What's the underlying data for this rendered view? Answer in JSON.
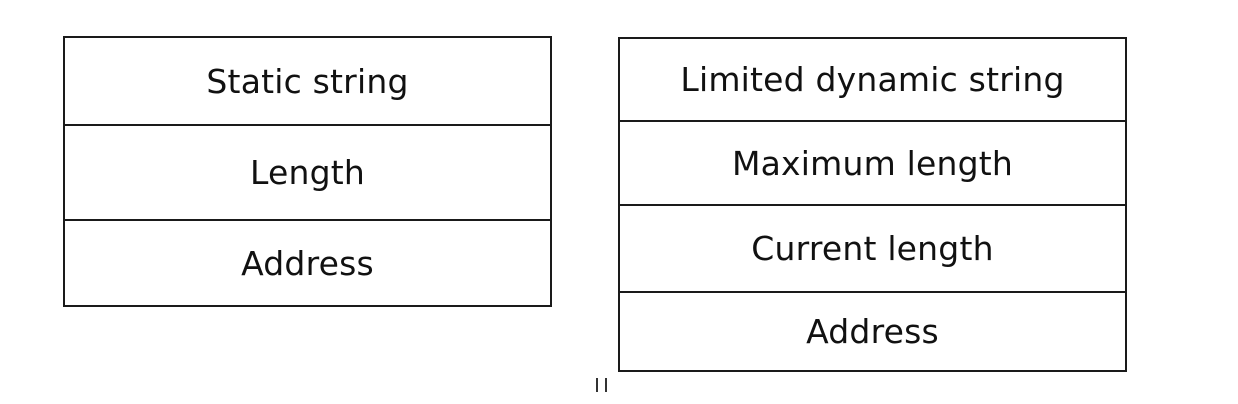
{
  "static_descriptor": {
    "fields": [
      "Static string",
      "Length",
      "Address"
    ]
  },
  "dynamic_descriptor": {
    "fields": [
      "Limited dynamic string",
      "Maximum length",
      "Current length",
      "Address"
    ]
  }
}
